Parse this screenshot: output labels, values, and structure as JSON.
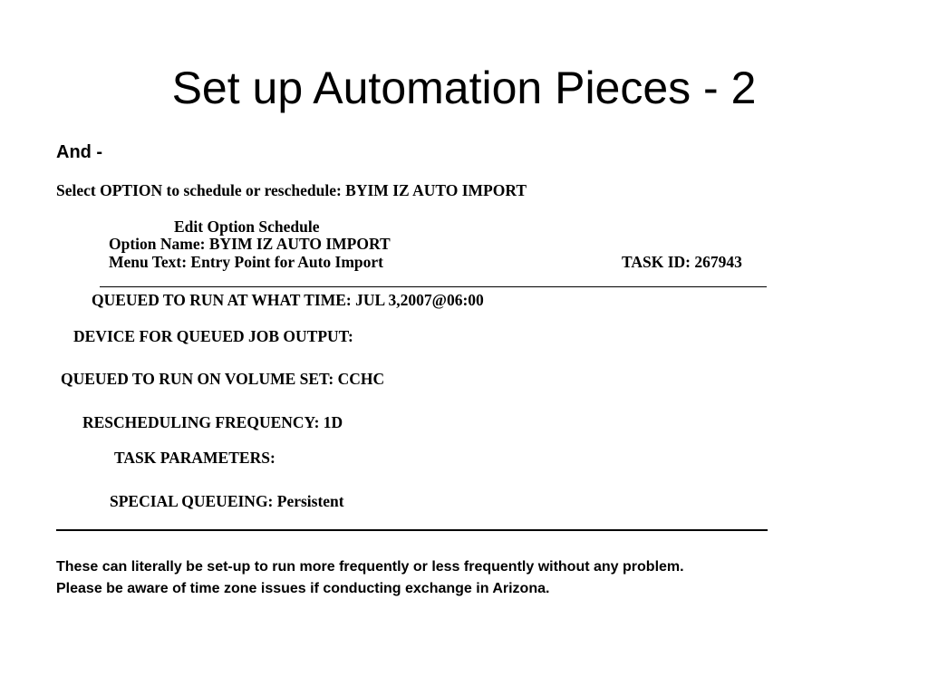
{
  "slide": {
    "title": "Set up Automation Pieces - 2",
    "intro": "And -",
    "select_line": "Select OPTION to schedule or reschedule: BYIM IZ AUTO IMPORT",
    "screen_title": "Edit Option Schedule",
    "option_name": "Option Name: BYIM IZ AUTO IMPORT",
    "menu_text": "Menu Text: Entry Point for Auto Import",
    "task_id": "TASK ID: 267943",
    "fields": {
      "queued_time": "QUEUED TO RUN AT WHAT TIME: JUL 3,2007@06:00",
      "device": "DEVICE FOR QUEUED JOB OUTPUT:",
      "volume_set": "QUEUED TO RUN ON VOLUME SET: CCHC",
      "frequency": "RESCHEDULING FREQUENCY: 1D",
      "task_parameters": "TASK PARAMETERS:",
      "special_queueing": "SPECIAL QUEUEING: Persistent"
    },
    "note": "These can literally be set-up to run more frequently or less frequently without any problem. Please be aware of time zone issues if conducting exchange in Arizona."
  }
}
